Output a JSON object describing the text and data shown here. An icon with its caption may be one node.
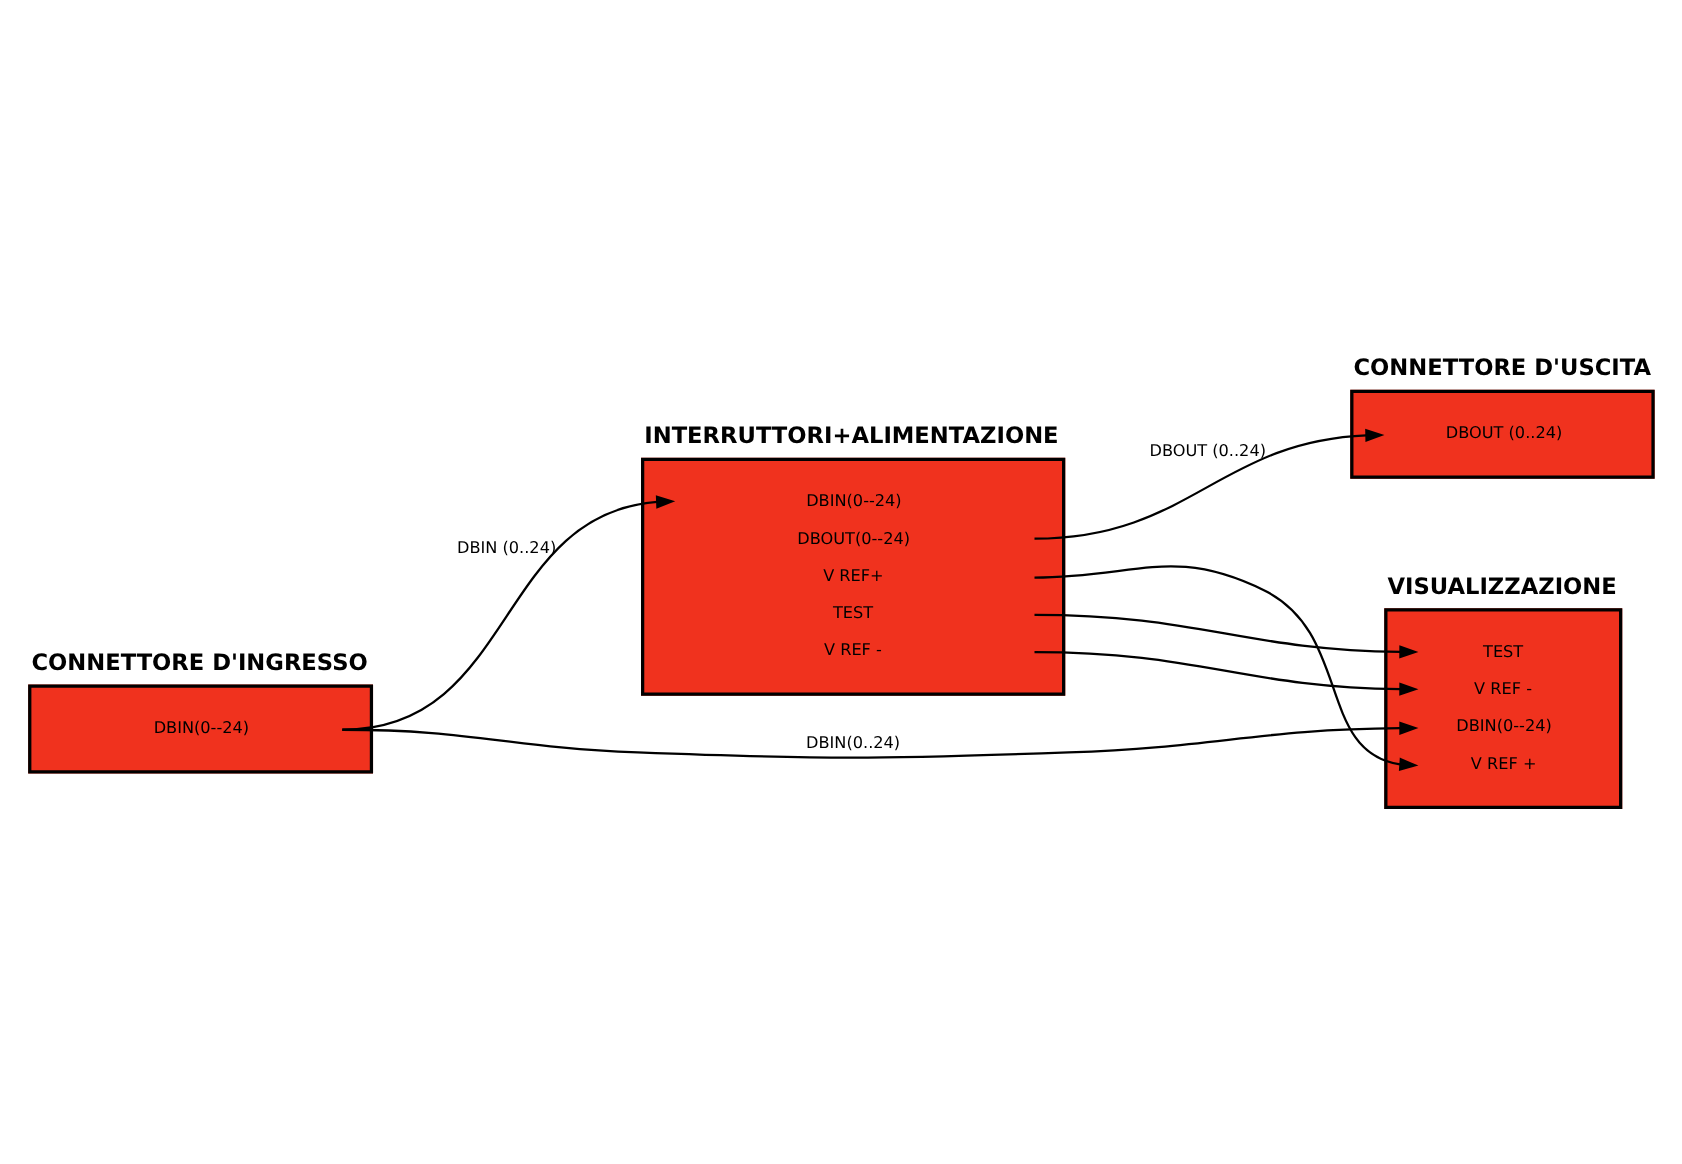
{
  "diagram": {
    "nodes": [
      {
        "text": [
          "CONNETTORE D'INGRESSO",
          "DBIN(0--24)"
        ]
      },
      {
        "text": [
          "INTERRUTTORI+ALIMENTAZIONE",
          "DBIN(0--24)",
          "DBOUT(0--24)",
          "V REF+",
          "TEST",
          "V REF -"
        ]
      },
      {
        "text": [
          "CONNETTORE D'USCITA",
          "DBOUT (0..24)"
        ]
      },
      {
        "text": [
          "VISUALIZZAZIONE",
          "TEST",
          "V REF -",
          "DBIN(0--24)",
          "V REF +"
        ]
      }
    ],
    "edges": [
      {
        "from": 0,
        "to": 1,
        "arrow": "to",
        "label": "DBIN (0..24)"
      },
      {
        "from": 0,
        "to": 3,
        "arrow": "to",
        "label": "DBIN(0..24)"
      },
      {
        "from": 1,
        "to": 2,
        "arrow": "to",
        "label": "DBOUT (0..24)"
      },
      {
        "from": 1,
        "to": 3,
        "arrow": "to"
      },
      {
        "from": 1,
        "to": 3,
        "arrow": "to"
      },
      {
        "from": 1,
        "to": 3,
        "arrow": "to"
      }
    ]
  }
}
